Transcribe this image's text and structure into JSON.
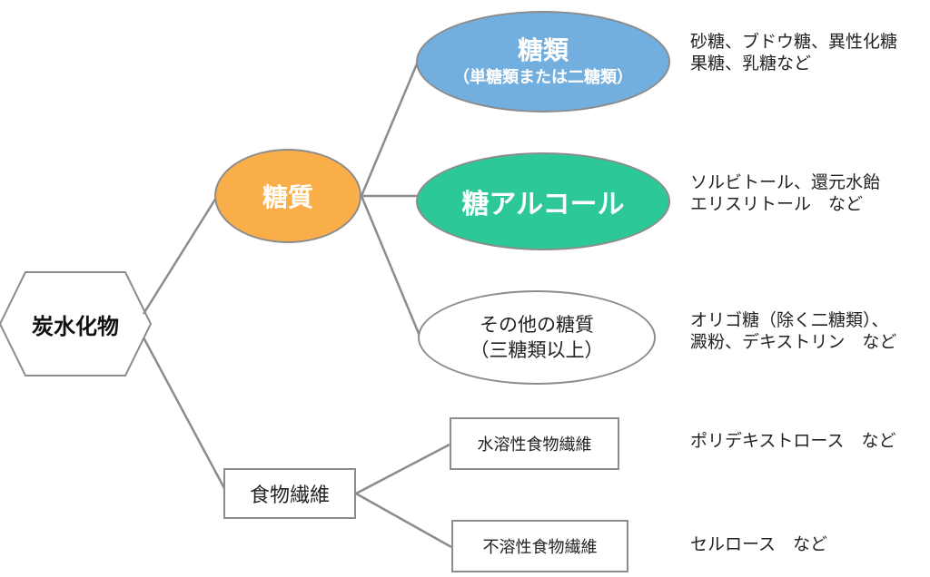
{
  "root": {
    "label": "炭水化物"
  },
  "sugar_class": {
    "label": "糖質",
    "children": {
      "sugars": {
        "title": "糖類",
        "subtitle": "（単糖類または二糖類）",
        "color": "#72aede",
        "examples": [
          "砂糖、ブドウ糖、異性化糖",
          "果糖、乳糖など"
        ]
      },
      "sugar_alcohol": {
        "title": "糖アルコール",
        "color": "#2cc898",
        "examples": [
          "ソルビトール、還元水飴",
          "エリスリトール　など"
        ]
      },
      "other": {
        "title": "その他の糖質",
        "subtitle": "（三糖類以上）",
        "examples": [
          "オリゴ糖（除く二糖類）、",
          "澱粉、デキストリン　など"
        ]
      }
    },
    "color": "#f9ae4a"
  },
  "fiber": {
    "label": "食物繊維",
    "children": {
      "soluble": {
        "title": "水溶性食物繊維",
        "examples": [
          "ポリデキストロース　など"
        ]
      },
      "insoluble": {
        "title": "不溶性食物繊維",
        "examples": [
          "セルロース　など"
        ]
      }
    }
  },
  "line_color": "#8c8c8c"
}
